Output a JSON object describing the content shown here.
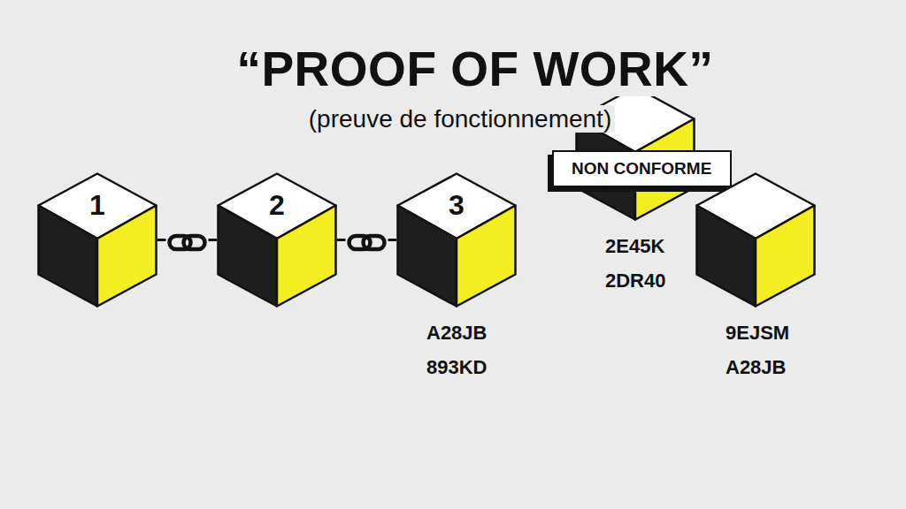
{
  "diagram": {
    "title": "“PROOF OF WORK”",
    "nodes": [
      {
        "text": [
          "1"
        ]
      },
      {
        "text": [
          "2"
        ]
      },
      {
        "text": [
          "3",
          "A28JB 893KD"
        ]
      },
      {
        "text": [
          "2E45K 2DR40"
        ]
      },
      {
        "text": [
          "NON CONFORME"
        ]
      },
      {
        "text": [
          "9EJSM A28JB"
        ]
      }
    ],
    "edges": [
      {
        "from": 0,
        "to": 1,
        "arrow": "none"
      },
      {
        "from": 1,
        "to": 2,
        "arrow": "none"
      }
    ],
    "labels": [
      "(preuve de fonctionnement)"
    ]
  }
}
